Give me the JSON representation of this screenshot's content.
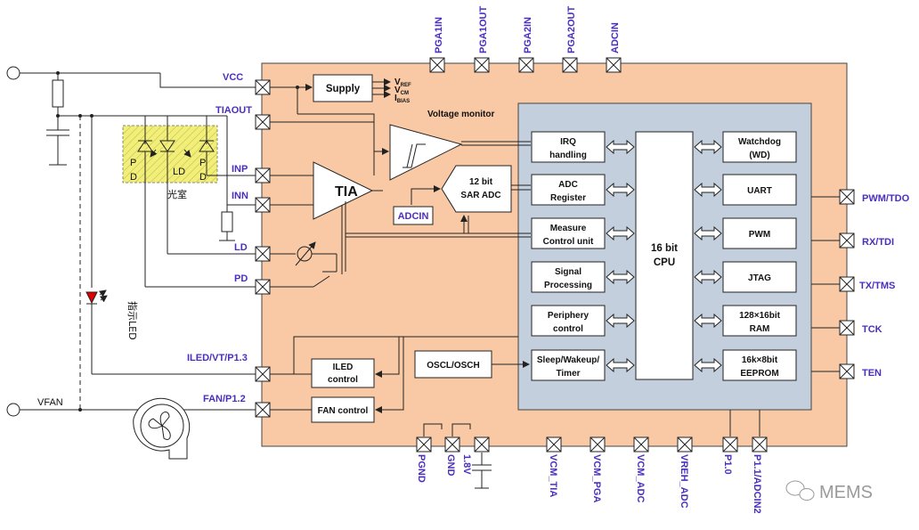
{
  "pins": {
    "top": [
      "PGA1IN",
      "PGA1OUT",
      "PGA2IN",
      "PGA2OUT",
      "ADCIN"
    ],
    "left": [
      "VCC",
      "TIAOUT",
      "INP",
      "INN",
      "LD",
      "PD",
      "ILED/VT/P1.3",
      "FAN/P1.2"
    ],
    "right": [
      "PWM/TDO",
      "RX/TDI",
      "TX/TMS",
      "TCK",
      "TEN"
    ],
    "bottom": [
      "PGND",
      "GND",
      "1.8V",
      "VCM_TIA",
      "VCM_PGA",
      "VCM_ADC",
      "VREH_ADC",
      "P1.0",
      "P1.1/ADCIN2"
    ]
  },
  "blocks": {
    "supply": "Supply",
    "supply_outputs": [
      "V",
      "V",
      "I"
    ],
    "supply_output_subs": [
      "REF",
      "CM",
      "BIAS"
    ],
    "voltage_monitor": "Voltage monitor",
    "tia": "TIA",
    "sar_adc": [
      "12 bit",
      "SAR ADC"
    ],
    "adcin_inner": "ADCIN",
    "iled_control": [
      "ILED",
      "control"
    ],
    "fan_control": "FAN control",
    "oscl": "OSCL/OSCH",
    "cpu": [
      "16 bit",
      "CPU"
    ],
    "left_column": [
      [
        "IRQ",
        "handling"
      ],
      [
        "ADC",
        "Register"
      ],
      [
        "Measure",
        "Control unit"
      ],
      [
        "Signal",
        "Processing"
      ],
      [
        "Periphery",
        "control"
      ],
      [
        "Sleep/Wakeup/",
        "Timer"
      ]
    ],
    "right_column": [
      [
        "Watchdog",
        "(WD)"
      ],
      [
        "UART"
      ],
      [
        "PWM"
      ],
      [
        "JTAG"
      ],
      [
        "128×16bit",
        "RAM"
      ],
      [
        "16k×8bit",
        "EEPROM"
      ]
    ]
  },
  "external": {
    "chamber": "光室",
    "pd_label": [
      "P",
      "D"
    ],
    "ld_label": "LD",
    "pd2_label": [
      "P",
      "D"
    ],
    "indicator_led": "指示LED",
    "vfan": "VFAN"
  },
  "watermark": "MEMS",
  "colors": {
    "chip": "#f8c9a4",
    "digital": "#c3cfdc",
    "pin_label": "#4b2ec0",
    "chamber": "#f2ee7a"
  }
}
